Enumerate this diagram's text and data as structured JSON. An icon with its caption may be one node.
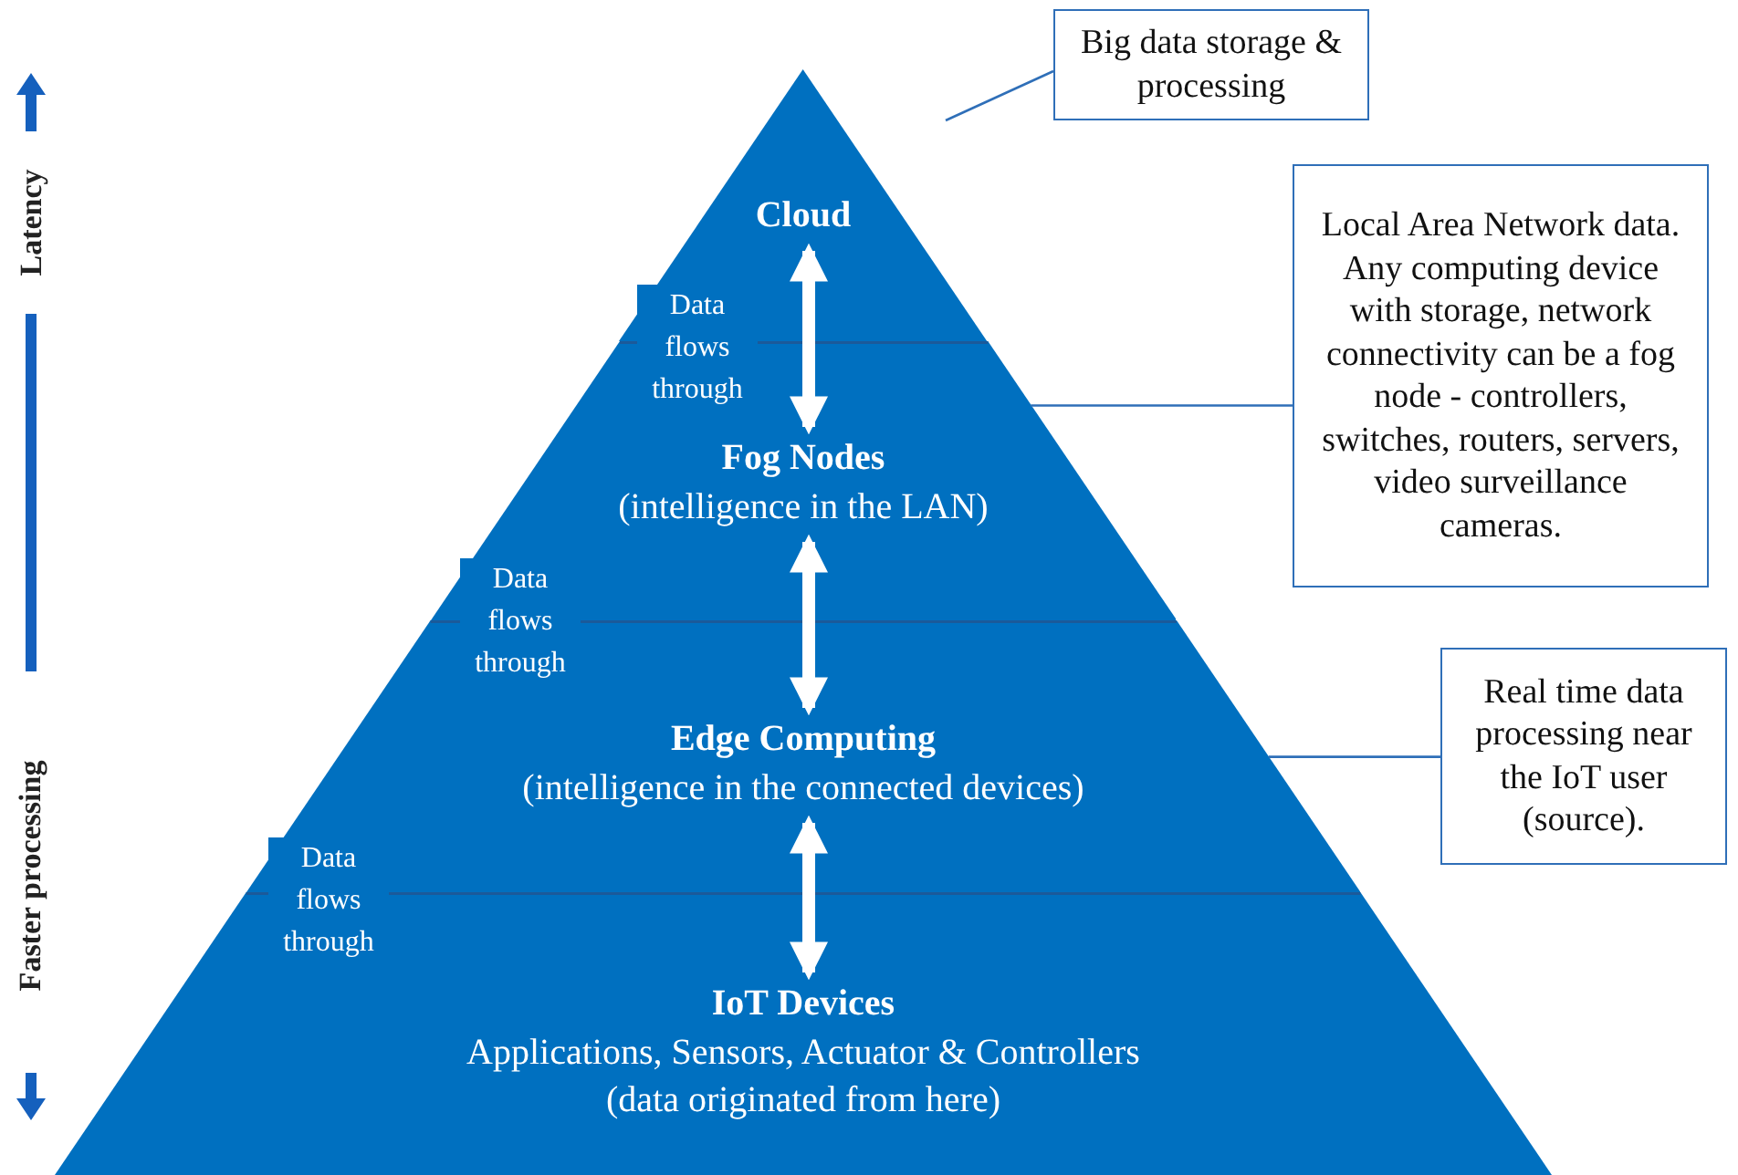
{
  "diagram": {
    "nodes": [
      {
        "text": [
          "Cloud"
        ]
      },
      {
        "text": [
          "Fog Nodes",
          "(intelligence in the LAN)"
        ]
      },
      {
        "text": [
          "Edge Computing",
          "(intelligence in the connected devices)"
        ]
      },
      {
        "text": [
          "IoT Devices",
          "Applications, Sensors, Actuator & Controllers",
          "(data originated from here)"
        ]
      },
      {
        "text": [
          "Big data storage & processing"
        ]
      },
      {
        "text": [
          "Local Area Network data. Any computing device with storage, network connectivity can be a fog node - controllers, switches, routers, servers, video surveillance cameras."
        ]
      },
      {
        "text": [
          "Real time data processing near the IoT user (source)."
        ]
      }
    ],
    "edges": [
      {
        "from": 0,
        "to": 1,
        "arrow": "both",
        "style": "thick"
      },
      {
        "from": 1,
        "to": 2,
        "arrow": "both",
        "style": "thick"
      },
      {
        "from": 2,
        "to": 3,
        "arrow": "both",
        "style": "thick"
      },
      {
        "from": 4,
        "to": 0,
        "arrow": "none",
        "color": "#2f6fb8"
      },
      {
        "from": 5,
        "to": 1,
        "arrow": "none",
        "color": "#2f6fb8"
      },
      {
        "from": 6,
        "to": 2,
        "arrow": "none",
        "color": "#2f6fb8"
      }
    ],
    "labels": [
      "Latency",
      "Data flows through",
      "Data flows through",
      "Faster processing",
      "Data flows through"
    ]
  }
}
